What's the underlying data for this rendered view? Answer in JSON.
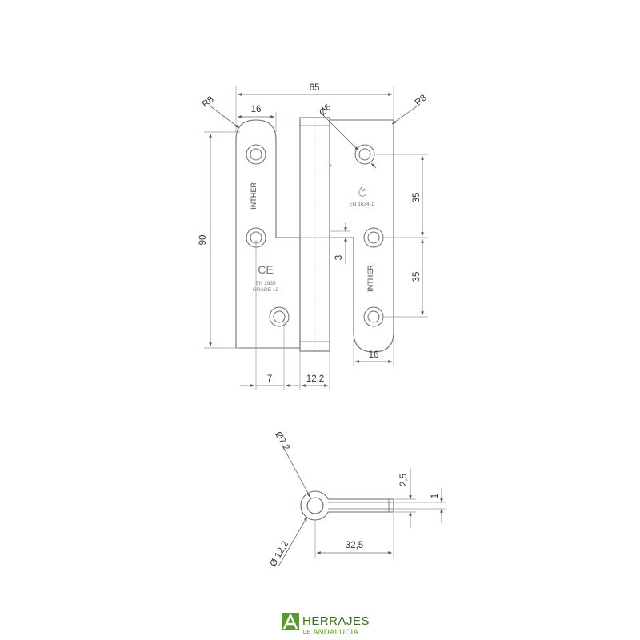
{
  "dimensions": {
    "total_width": "65",
    "left_leaf_width": "16",
    "radius_left": "R8",
    "radius_right": "R8",
    "hole_diameter": "Ø6",
    "total_height": "90",
    "hole_spacing_top": "35",
    "hole_spacing_bottom": "35",
    "step": "3",
    "right_leaf_width": "16",
    "hole_offset": "7",
    "knuckle_width": "12,2"
  },
  "stamps": {
    "brand": "INTHER",
    "ce": "CE",
    "en1935": "EN 1935",
    "grade": "GRADE 13",
    "en1634": "EN 1634-1"
  },
  "pin_dimensions": {
    "inner_diameter": "Ø7,2",
    "outer_diameter": "Ø 12,2",
    "pin_length": "32,5",
    "pin_thickness": "2,5",
    "pin_step": "1"
  },
  "logo": {
    "line1": "HERRAJES",
    "line2_prefix": "DE",
    "line2": "ANDALUCIA",
    "colors": {
      "green": "#5a9a2c",
      "dark": "#3a6e1c"
    }
  }
}
